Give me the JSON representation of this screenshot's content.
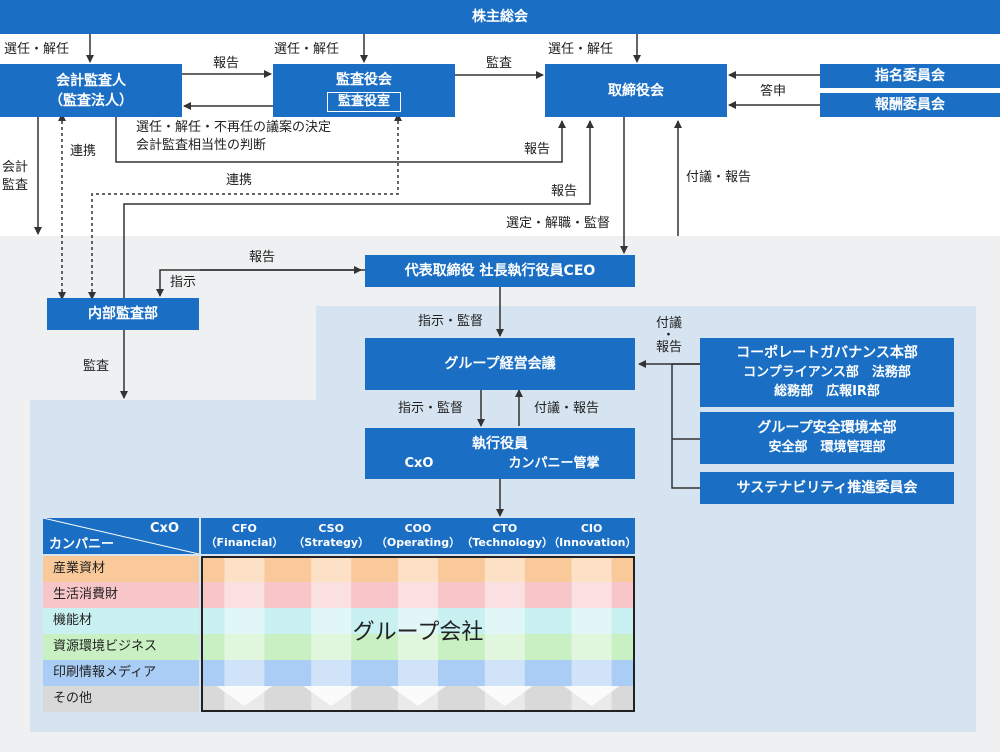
{
  "shareholders": "株主総会",
  "auditor": {
    "line1": "会計監査人",
    "line2": "（監査法人）"
  },
  "audit_board": {
    "title": "監査役会",
    "sub": "監査役室"
  },
  "board": "取締役会",
  "nomination": "指名委員会",
  "compensation": "報酬委員会",
  "ceo": "代表取締役 社長執行役員CEO",
  "internal_audit": "内部監査部",
  "group_mgmt": "グループ経営会議",
  "officers": {
    "title": "執行役員",
    "left": "CxO",
    "right": "カンパニー管掌"
  },
  "gov": {
    "line1": "コーポレートガバナンス本部",
    "line2": "コンプライアンス部　法務部",
    "line3": "総務部　広報IR部"
  },
  "safety": {
    "line1": "グループ安全環境本部",
    "line2": "安全部　環境管理部"
  },
  "sustain": "サステナビリティ推進委員会",
  "labels": {
    "elect1": "選任・解任",
    "elect2": "選任・解任",
    "elect3": "選任・解任",
    "report_top": "報告",
    "audit_mid": "監査",
    "report_answer": "答申",
    "decision1": "選任・解任・不再任の議案の決定",
    "decision2": "会計監査相当性の判断",
    "renkei1": "連携",
    "renkei2": "連携",
    "report_board1": "報告",
    "report_board2": "報告",
    "kaikei1": "会計",
    "kaikei2": "監査",
    "select": "選定・解職・監督",
    "fugi_report": "付議・報告",
    "report_ceo": "報告",
    "instruct": "指示",
    "audit_low": "監査",
    "instruct_sup1": "指示・監督",
    "fugi1": "付議",
    "fugi_dot": "・",
    "fugi_rep": "報告",
    "instruct_sup2": "指示・監督",
    "fugi_report2": "付議・報告"
  },
  "table": {
    "header_cxo": "CxO",
    "header_company": "カンパニー",
    "columns": [
      {
        "name": "CFO",
        "sub": "（Financial）"
      },
      {
        "name": "CSO",
        "sub": "（Strategy）"
      },
      {
        "name": "COO",
        "sub": "（Operating）"
      },
      {
        "name": "CTO",
        "sub": "（Technology）"
      },
      {
        "name": "CIO",
        "sub": "（Innovation）"
      }
    ],
    "rows": [
      {
        "name": "産業資材",
        "color": "#f9c99a"
      },
      {
        "name": "生活消費財",
        "color": "#f8c6c9"
      },
      {
        "name": "機能材",
        "color": "#c9f1f1"
      },
      {
        "name": "資源環境ビジネス",
        "color": "#c8f0c2"
      },
      {
        "name": "印刷情報メディア",
        "color": "#aacdf5"
      },
      {
        "name": "その他",
        "color": "#d9d9d9"
      }
    ],
    "group": "グループ会社"
  }
}
